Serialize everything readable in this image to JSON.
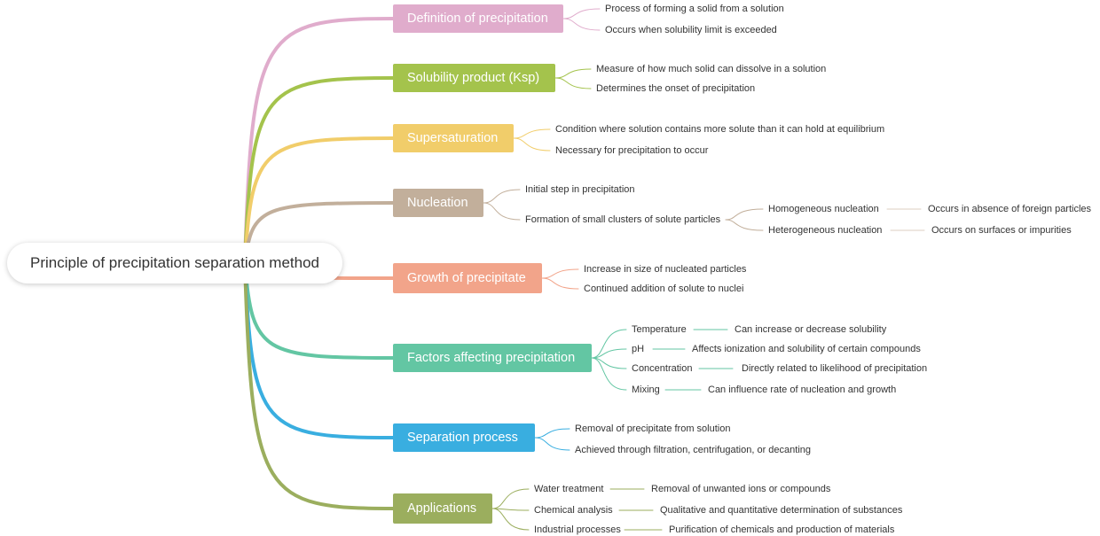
{
  "root": {
    "label": "Principle of precipitation separation method"
  },
  "branches": [
    {
      "label": "Definition of precipitation",
      "color": "#E0ACCC",
      "children": [
        {
          "label": "Process of forming a solid from a solution"
        },
        {
          "label": "Occurs when solubility limit is exceeded"
        }
      ]
    },
    {
      "label": "Solubility product (Ksp)",
      "color": "#A4C34C",
      "children": [
        {
          "label": "Measure of how much solid can dissolve in a solution"
        },
        {
          "label": "Determines the onset of precipitation"
        }
      ]
    },
    {
      "label": "Supersaturation",
      "color": "#F1CD6A",
      "children": [
        {
          "label": "Condition where solution contains more solute than it can hold at equilibrium"
        },
        {
          "label": "Necessary for precipitation to occur"
        }
      ]
    },
    {
      "label": "Nucleation",
      "color": "#C2AF9B",
      "children": [
        {
          "label": "Initial step in precipitation"
        },
        {
          "label": "Formation of small clusters of solute particles",
          "children": [
            {
              "label": "Homogeneous nucleation",
              "children": [
                {
                  "label": "Occurs in absence of foreign particles"
                }
              ]
            },
            {
              "label": "Heterogeneous nucleation",
              "children": [
                {
                  "label": "Occurs on surfaces or impurities"
                }
              ]
            }
          ]
        }
      ]
    },
    {
      "label": "Growth of precipitate",
      "color": "#F2A48A",
      "children": [
        {
          "label": "Increase in size of nucleated particles"
        },
        {
          "label": "Continued addition of solute to nuclei"
        }
      ]
    },
    {
      "label": "Factors affecting precipitation",
      "color": "#63C6A3",
      "children": [
        {
          "label": "Temperature",
          "children": [
            {
              "label": "Can increase or decrease solubility"
            }
          ]
        },
        {
          "label": "pH",
          "children": [
            {
              "label": "Affects ionization and solubility of certain compounds"
            }
          ]
        },
        {
          "label": "Concentration",
          "children": [
            {
              "label": "Directly related to likelihood of precipitation"
            }
          ]
        },
        {
          "label": "Mixing",
          "children": [
            {
              "label": "Can influence rate of nucleation and growth"
            }
          ]
        }
      ]
    },
    {
      "label": "Separation process",
      "color": "#39AEE0",
      "children": [
        {
          "label": "Removal of precipitate from solution"
        },
        {
          "label": "Achieved through filtration, centrifugation, or decanting"
        }
      ]
    },
    {
      "label": "Applications",
      "color": "#9BAE5E",
      "children": [
        {
          "label": "Water treatment",
          "children": [
            {
              "label": "Removal of unwanted ions or compounds"
            }
          ]
        },
        {
          "label": "Chemical analysis",
          "children": [
            {
              "label": "Qualitative and quantitative determination of substances"
            }
          ]
        },
        {
          "label": "Industrial processes",
          "children": [
            {
              "label": "Purification of chemicals and production of materials"
            }
          ]
        }
      ]
    }
  ]
}
